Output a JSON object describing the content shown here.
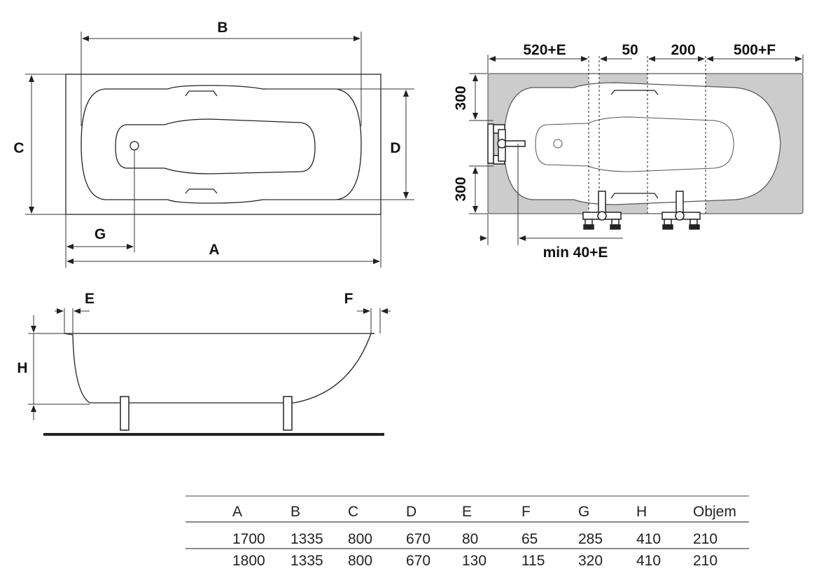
{
  "top_view": {
    "labels": {
      "a": "A",
      "b": "B",
      "c": "C",
      "d": "D",
      "g": "G"
    }
  },
  "install_view": {
    "labels": {
      "left": "520+E",
      "mid": "50",
      "right_mid": "200",
      "right": "500+F",
      "v_top": "300",
      "v_bottom": "300",
      "min": "min 40+E"
    },
    "colors": {
      "deck": "#cccccc"
    }
  },
  "side_view": {
    "labels": {
      "e": "E",
      "f": "F",
      "h": "H"
    }
  },
  "table": {
    "headers": [
      "A",
      "B",
      "C",
      "D",
      "E",
      "F",
      "G",
      "H",
      "Objem"
    ],
    "rows": [
      [
        "1700",
        "1335",
        "800",
        "670",
        "80",
        "65",
        "285",
        "410",
        "210"
      ],
      [
        "1800",
        "1335",
        "800",
        "670",
        "130",
        "115",
        "320",
        "410",
        "210"
      ]
    ]
  }
}
